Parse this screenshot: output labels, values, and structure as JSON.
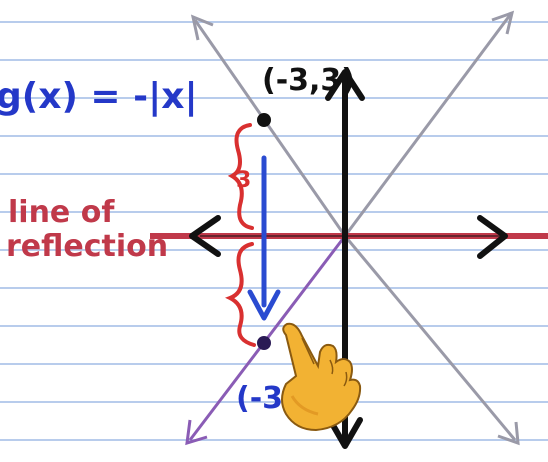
{
  "equation": "g(x) = -|x|",
  "point_top_label": "(-3,3)",
  "point_bottom_label": "(-3",
  "line_label_1": "line of",
  "line_label_2": "reflection",
  "distance_label": "3",
  "colors": {
    "paper": "#ffffff",
    "ruling": "#b8ccec",
    "axis": "#111111",
    "reflection_line": "#c0394a",
    "graph_lines": "#9a9aa8",
    "purple_line": "#8a5cb5",
    "arrow_blue": "#2a4bd1",
    "brace_red": "#d93030",
    "text_blue": "#2438c8",
    "hand_fill": "#f2b233",
    "hand_outline": "#8a5a10"
  },
  "icons": {
    "pointer": "pointing-hand-icon"
  }
}
